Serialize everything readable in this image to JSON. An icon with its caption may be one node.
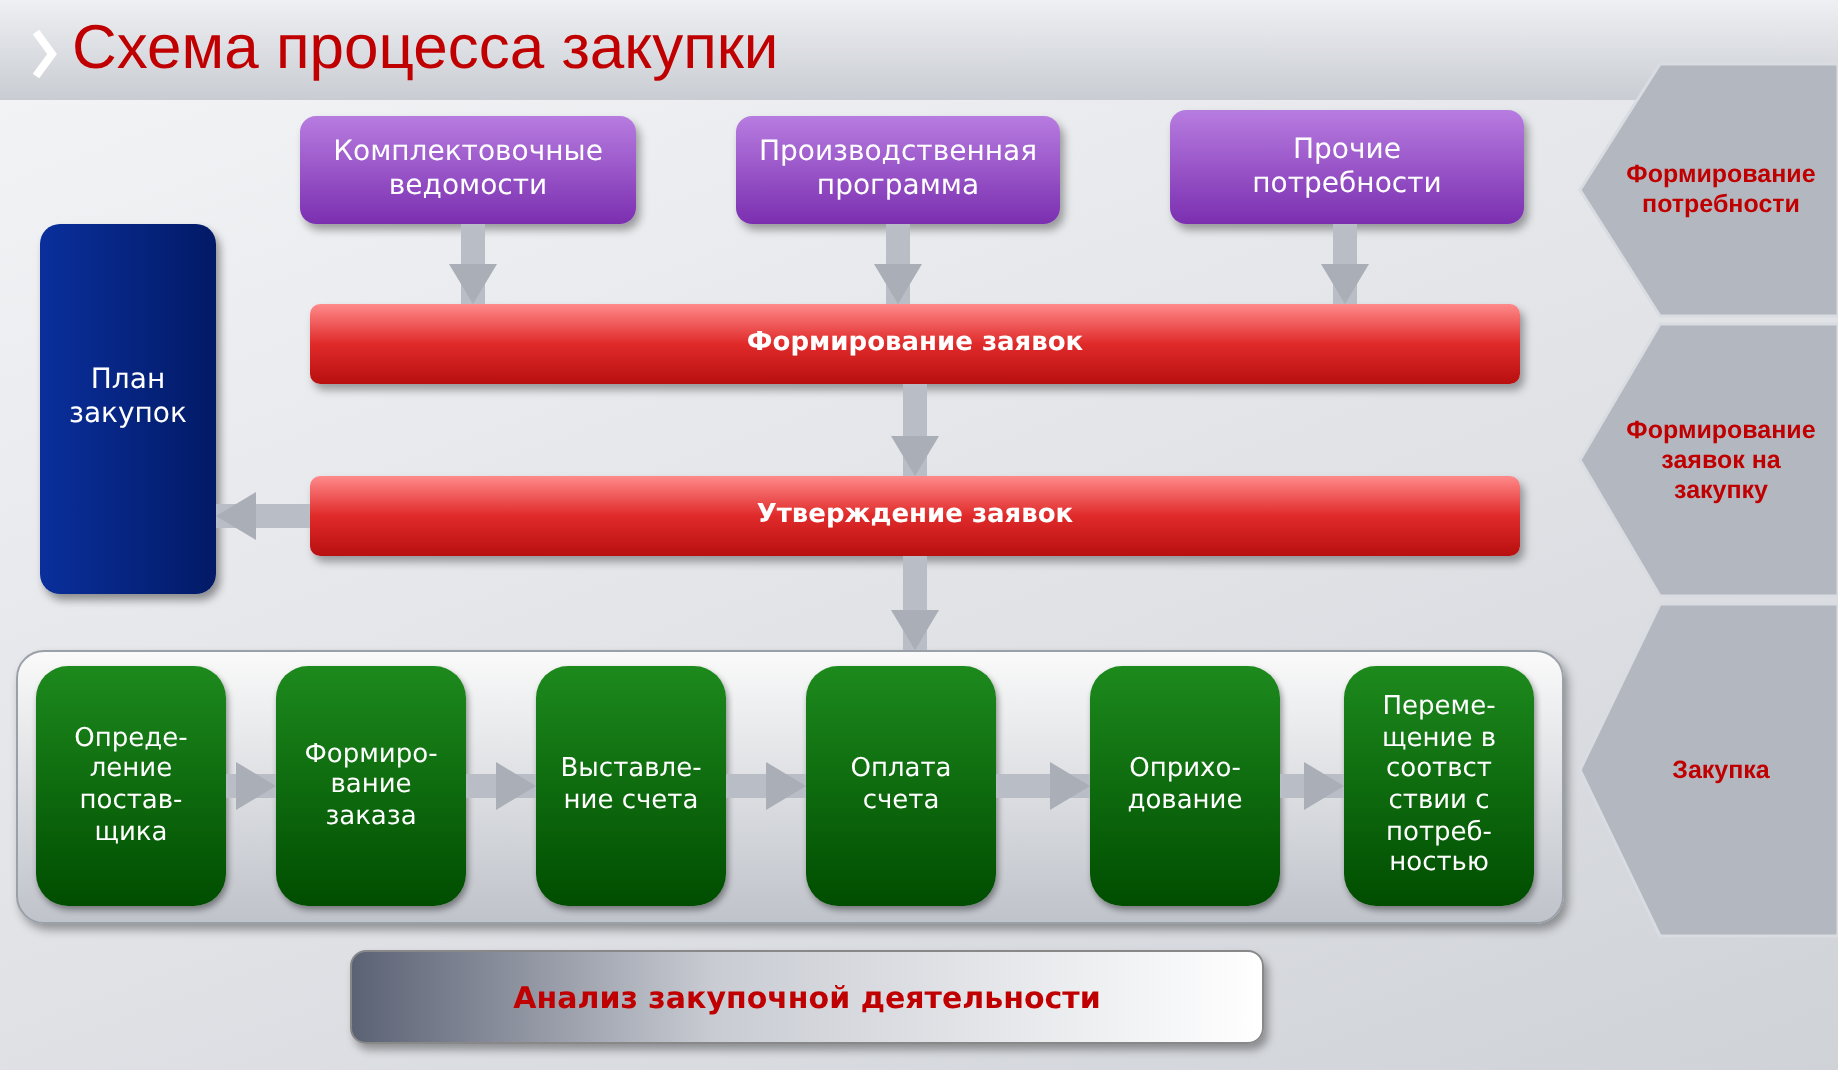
{
  "diagram": {
    "title": "Схема процесса закупки",
    "nodes": [
      {
        "text": [
          "Комплектовочные ведомости"
        ]
      },
      {
        "text": [
          "Производственная программа"
        ]
      },
      {
        "text": [
          "Прочие потребности"
        ]
      },
      {
        "text": [
          "Формирование потребности"
        ]
      },
      {
        "text": [
          "План закупок"
        ]
      },
      {
        "text": [
          "Формирование заявок"
        ]
      },
      {
        "text": [
          "Формирование заявок на закупку"
        ]
      },
      {
        "text": [
          "Утверждение заявок"
        ]
      },
      {
        "text": [],
        "shape": "box"
      },
      {
        "text": [
          "Опреде- ление постав- щика"
        ],
        "in": 8
      },
      {
        "text": [
          "Формиро- вание заказа"
        ],
        "in": 8
      },
      {
        "text": [
          "Выставле- ние счета"
        ],
        "in": 8
      },
      {
        "text": [
          "Оплата счета"
        ],
        "in": 8
      },
      {
        "text": [
          "Оприхо- дование"
        ],
        "in": 8
      },
      {
        "text": [
          "Переме- щение в соотвст ствии с потреб- ностью"
        ],
        "in": 8
      },
      {
        "text": [
          "Закупка"
        ]
      },
      {
        "text": [
          "Анализ закупочной деятельности"
        ]
      }
    ],
    "edges": [
      {
        "from": 0,
        "to": 5,
        "arrow": "to"
      },
      {
        "from": 1,
        "to": 5,
        "arrow": "to"
      },
      {
        "from": 2,
        "to": 5,
        "arrow": "to"
      },
      {
        "from": 5,
        "to": 7,
        "arrow": "to"
      },
      {
        "from": 7,
        "to": 4,
        "arrow": "to"
      },
      {
        "from": 7,
        "to": 8,
        "arrow": "to"
      },
      {
        "from": 9,
        "to": 10,
        "arrow": "to"
      },
      {
        "from": 10,
        "to": 11,
        "arrow": "to"
      },
      {
        "from": 11,
        "to": 12,
        "arrow": "to"
      },
      {
        "from": 12,
        "to": 13,
        "arrow": "to"
      },
      {
        "from": 13,
        "to": 14,
        "arrow": "to"
      }
    ]
  }
}
